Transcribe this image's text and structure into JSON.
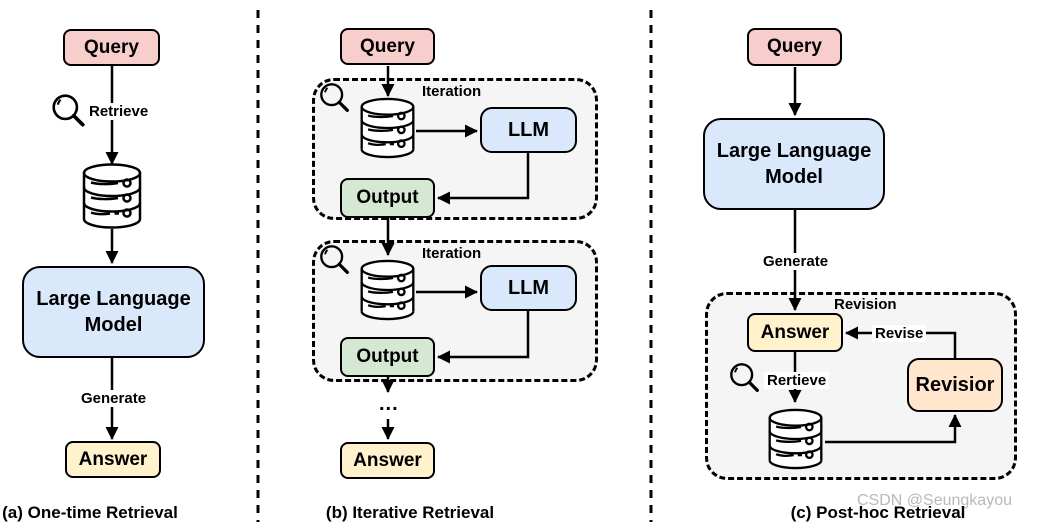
{
  "panels": {
    "a": {
      "caption": "(a) One-time Retrieval",
      "nodes": {
        "query": "Query",
        "llm": "Large Language Model",
        "answer": "Answer"
      },
      "labels": {
        "retrieve": "Retrieve",
        "generate": "Generate"
      }
    },
    "b": {
      "caption": "(b) Iterative Retrieval",
      "nodes": {
        "query": "Query",
        "llm1": "LLM",
        "output1": "Output",
        "llm2": "LLM",
        "output2": "Output",
        "answer": "Answer"
      },
      "labels": {
        "iteration1": "Iteration",
        "iteration2": "Iteration",
        "ellipsis": "..."
      }
    },
    "c": {
      "caption": "(c) Post-hoc Retrieval",
      "nodes": {
        "query": "Query",
        "llm": "Large Language Model",
        "answer": "Answer",
        "revisior": "Revisior"
      },
      "labels": {
        "generate": "Generate",
        "revision": "Revision",
        "revise": "Revise",
        "retrieve": "Rertieve"
      }
    }
  },
  "watermark": "CSDN @Seungkayou",
  "icons": {
    "magnifier": "magnifier-icon",
    "database": "database-icon"
  },
  "colors": {
    "query": "#f8cecc",
    "llm": "#dae8fc",
    "output": "#d5e8d4",
    "answer": "#fff2cc",
    "revisior": "#ffe6cc",
    "group_bg": "#f5f5f5",
    "stroke": "#000000",
    "watermark": "#b9b9b9"
  }
}
